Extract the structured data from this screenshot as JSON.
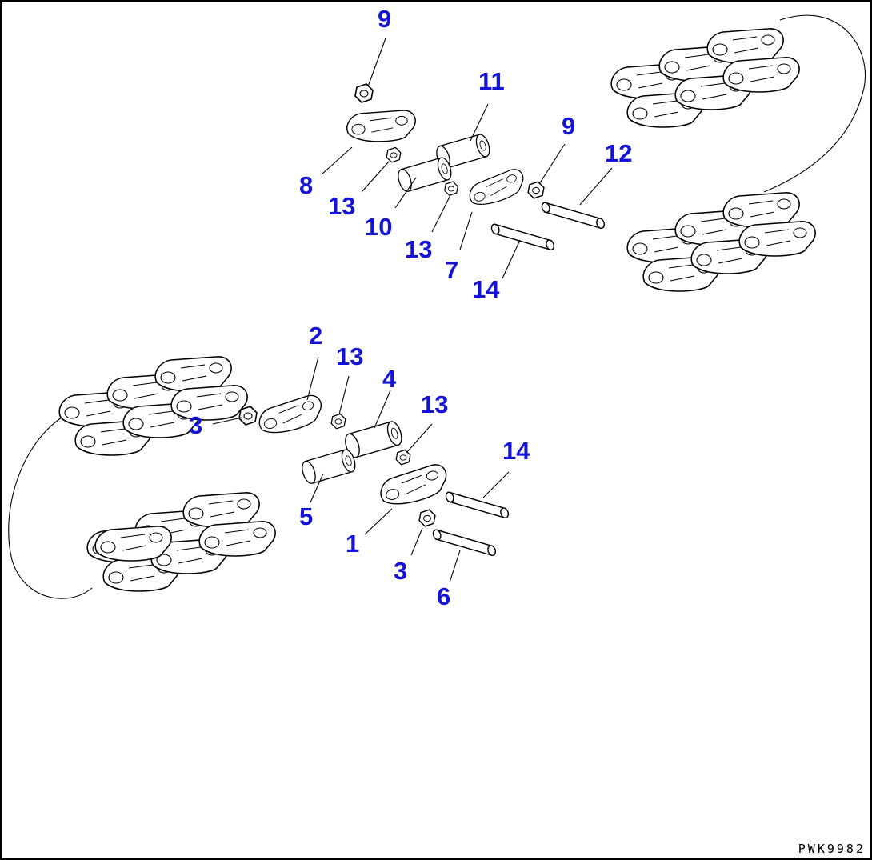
{
  "callouts": [
    {
      "id": "c9a",
      "label": "9"
    },
    {
      "id": "c11",
      "label": "11"
    },
    {
      "id": "c9b",
      "label": "9"
    },
    {
      "id": "c12",
      "label": "12"
    },
    {
      "id": "c8",
      "label": "8"
    },
    {
      "id": "c13a",
      "label": "13"
    },
    {
      "id": "c10",
      "label": "10"
    },
    {
      "id": "c13b",
      "label": "13"
    },
    {
      "id": "c7",
      "label": "7"
    },
    {
      "id": "c14a",
      "label": "14"
    },
    {
      "id": "c2",
      "label": "2"
    },
    {
      "id": "c13c",
      "label": "13"
    },
    {
      "id": "c4",
      "label": "4"
    },
    {
      "id": "c13d",
      "label": "13"
    },
    {
      "id": "c3a",
      "label": "3"
    },
    {
      "id": "c14b",
      "label": "14"
    },
    {
      "id": "c5",
      "label": "5"
    },
    {
      "id": "c1",
      "label": "1"
    },
    {
      "id": "c3b",
      "label": "3"
    },
    {
      "id": "c6",
      "label": "6"
    }
  ],
  "drawing_code": "PWK9982",
  "colors": {
    "callout": "#1414d8",
    "line": "#000000",
    "background": "#ffffff"
  }
}
